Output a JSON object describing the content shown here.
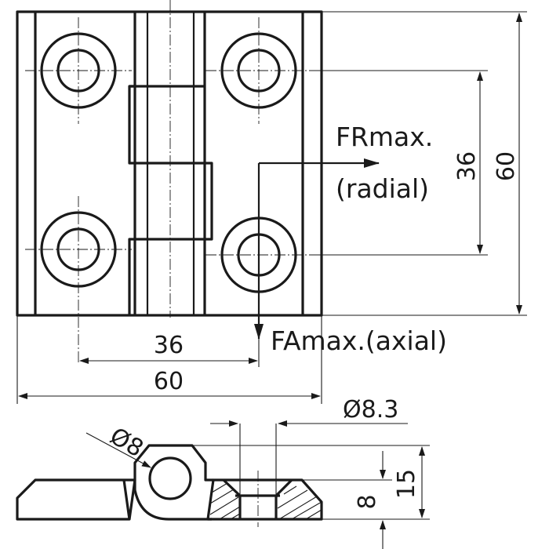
{
  "diagram": {
    "dims": {
      "hole_spacing_h": "36",
      "width_h": "60",
      "hole_spacing_v": "36",
      "height_v": "60",
      "pin_dia": "Ø8",
      "hole_dia": "Ø8.3",
      "thickness_total": "15",
      "leaf_height": "8"
    },
    "forces": {
      "radial_line1": "FRmax.",
      "radial_line2": "(radial)",
      "axial": "FAmax.(axial)"
    }
  }
}
